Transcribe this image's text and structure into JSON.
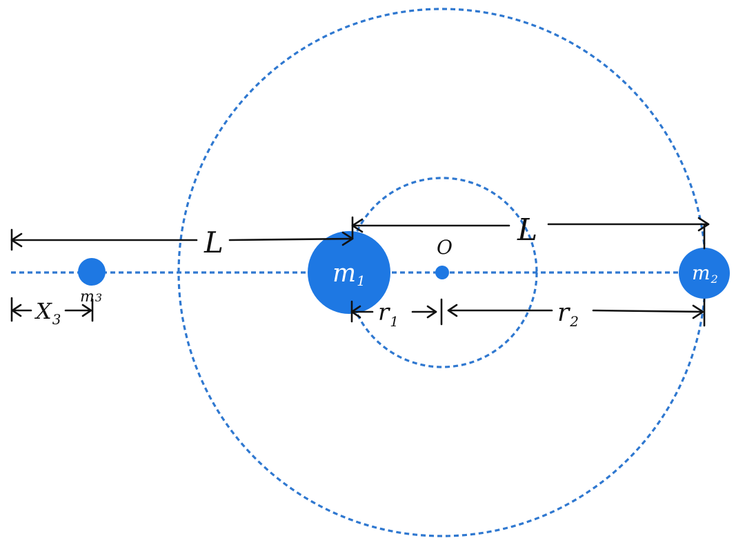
{
  "labels": {
    "center": "O",
    "length_upper": "L",
    "length_left": "L",
    "r1": "r",
    "r1_sub": "1",
    "r2": "r",
    "r2_sub": "2",
    "x3": "X",
    "x3_sub": "3"
  },
  "bodies": {
    "m1": {
      "main": "m",
      "sub": "1"
    },
    "m2": {
      "main": "m",
      "sub": "2"
    },
    "m3": {
      "main": "m",
      "sub": "3"
    }
  },
  "colors": {
    "body": "#1e78e3",
    "orbit": "#2f78d0",
    "ink": "#111111"
  }
}
